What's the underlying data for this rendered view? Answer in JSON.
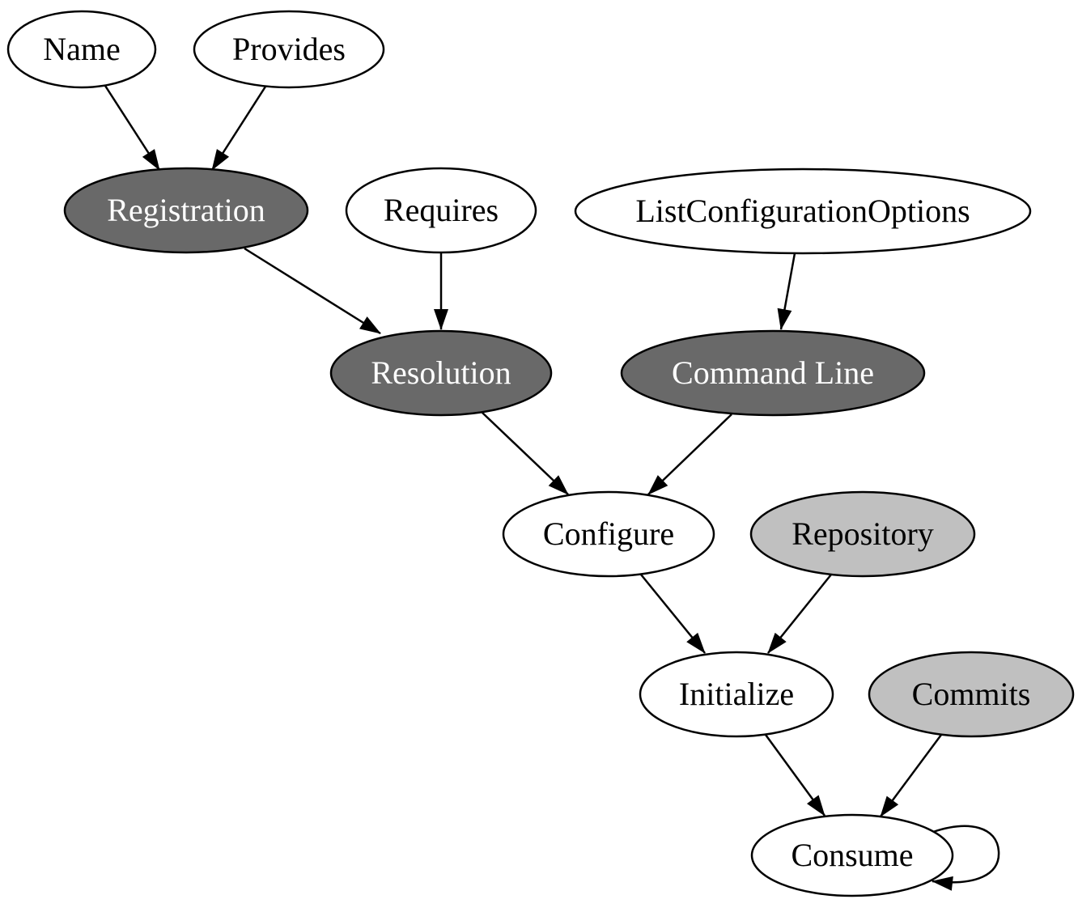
{
  "diagram": {
    "type": "directed-graph",
    "background": "#ffffff",
    "colors": {
      "node_dark_fill": "#696969",
      "node_light_fill": "#c0c0c0",
      "node_white_fill": "#ffffff",
      "node_stroke": "#000000",
      "edge_color": "#000000",
      "text_on_dark": "#ffffff",
      "text_on_light": "#000000"
    },
    "nodes": [
      {
        "id": "name",
        "label": "Name",
        "fill": "#ffffff",
        "text": "#000000"
      },
      {
        "id": "provides",
        "label": "Provides",
        "fill": "#ffffff",
        "text": "#000000"
      },
      {
        "id": "registration",
        "label": "Registration",
        "fill": "#696969",
        "text": "#ffffff"
      },
      {
        "id": "requires",
        "label": "Requires",
        "fill": "#ffffff",
        "text": "#000000"
      },
      {
        "id": "list-configuration-options",
        "label": "ListConfigurationOptions",
        "fill": "#ffffff",
        "text": "#000000"
      },
      {
        "id": "resolution",
        "label": "Resolution",
        "fill": "#696969",
        "text": "#ffffff"
      },
      {
        "id": "command-line",
        "label": "Command Line",
        "fill": "#696969",
        "text": "#ffffff"
      },
      {
        "id": "configure",
        "label": "Configure",
        "fill": "#ffffff",
        "text": "#000000"
      },
      {
        "id": "repository",
        "label": "Repository",
        "fill": "#c0c0c0",
        "text": "#000000"
      },
      {
        "id": "initialize",
        "label": "Initialize",
        "fill": "#ffffff",
        "text": "#000000"
      },
      {
        "id": "commits",
        "label": "Commits",
        "fill": "#c0c0c0",
        "text": "#000000"
      },
      {
        "id": "consume",
        "label": "Consume",
        "fill": "#ffffff",
        "text": "#000000"
      }
    ],
    "edges": [
      {
        "from": "Name",
        "to": "Registration"
      },
      {
        "from": "Provides",
        "to": "Registration"
      },
      {
        "from": "Registration",
        "to": "Resolution"
      },
      {
        "from": "Requires",
        "to": "Resolution"
      },
      {
        "from": "ListConfigurationOptions",
        "to": "Command Line"
      },
      {
        "from": "Resolution",
        "to": "Configure"
      },
      {
        "from": "Command Line",
        "to": "Configure"
      },
      {
        "from": "Configure",
        "to": "Initialize"
      },
      {
        "from": "Repository",
        "to": "Initialize"
      },
      {
        "from": "Initialize",
        "to": "Consume"
      },
      {
        "from": "Commits",
        "to": "Consume"
      },
      {
        "from": "Consume",
        "to": "Consume"
      }
    ]
  }
}
